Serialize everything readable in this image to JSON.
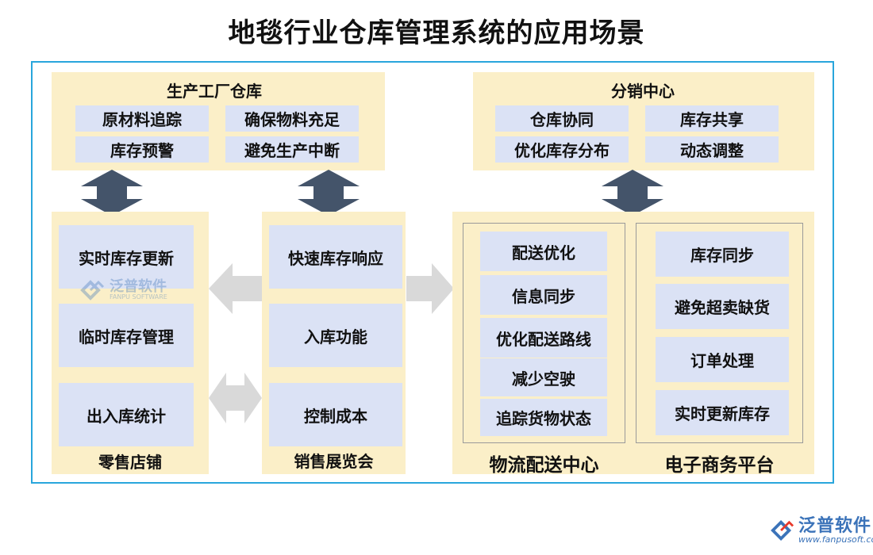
{
  "title": "地毯行业仓库管理系统的应用场景",
  "top_left": {
    "heading": "生产工厂仓库",
    "items": [
      "原材料追踪",
      "确保物料充足",
      "库存预警",
      "避免生产中断"
    ]
  },
  "top_right": {
    "heading": "分销中心",
    "items": [
      "仓库协同",
      "库存共享",
      "优化库存分布",
      "动态调整"
    ]
  },
  "retail": {
    "label": "零售店铺",
    "items": [
      "实时库存更新",
      "临时库存管理",
      "出入库统计"
    ]
  },
  "expo": {
    "label": "销售展览会",
    "items": [
      "快速库存响应",
      "入库功能",
      "控制成本"
    ]
  },
  "logistics": {
    "label": "物流配送中心",
    "items": [
      "配送优化",
      "信息同步",
      "优化配送路线",
      "减少空驶",
      "追踪货物状态"
    ]
  },
  "ecommerce": {
    "label": "电子商务平台",
    "items": [
      "库存同步",
      "避免超卖缺货",
      "订单处理",
      "实时更新库存"
    ]
  },
  "watermark": {
    "brand": "泛普软件",
    "brand_en": "FANPU SOFTWARE",
    "url": "www.fanpusoft.com"
  },
  "colors": {
    "frame": "#29a6dc",
    "panel": "#fbefc8",
    "box": "#dbe2f5",
    "dark_arrow": "#44546a",
    "light_arrow": "#d9d9d9"
  }
}
